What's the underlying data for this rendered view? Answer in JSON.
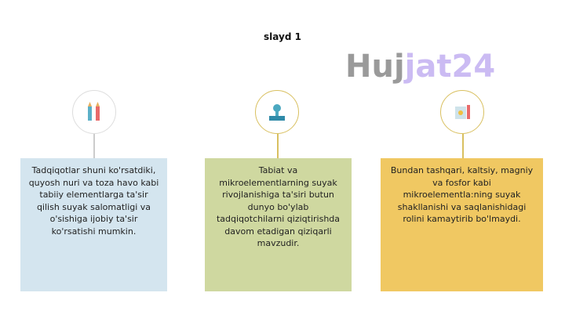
{
  "slide": {
    "title": "slayd 1"
  },
  "cards": [
    {
      "icon": "pencils-icon",
      "color": "#d4e5ef",
      "text": "Tadqiqotlar shuni ko'rsatdiki, quyosh nuri va toza havo kabi tabiiy elementlarga ta'sir qilish suyak salomatligi va o'sishiga ijobiy ta'sir ko'rsatishi mumkin."
    },
    {
      "icon": "lab-icon",
      "color": "#cfd8a0",
      "text": "Tabiat va mikroelementlarning suyak rivojlanishiga ta'siri butun dunyo bo'ylab tadqiqotchilarni qiziqtirishda davom etadigan qiziqarli mavzudir."
    },
    {
      "icon": "drawing-icon",
      "color": "#f0c862",
      "text": "Bundan tashqari, kaltsiy, magniy va fosfor kabi mikroelementla:ning suyak shakllanishi va saqlanishidagi rolini kamaytirib bo'lmaydi."
    }
  ],
  "watermark": {
    "part1": "Huj",
    "part2": "jat24"
  }
}
